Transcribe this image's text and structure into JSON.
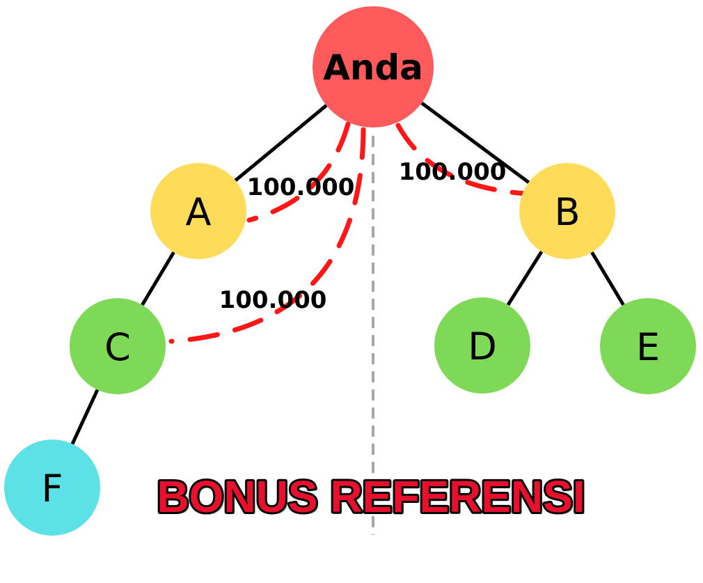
{
  "title": "BONUS REFERENSI",
  "colors": {
    "root": "#FF5A5C",
    "level1": "#FEDC5A",
    "level2": "#7ED957",
    "level3": "#5CE1E6",
    "edge": "#000000",
    "bonus_arc": "#FF1616",
    "divider": "#A6A6A6",
    "banner_fill": "#E8112D",
    "banner_outline": "#000000"
  },
  "nodes": [
    {
      "id": "anda",
      "label": "Anda",
      "level": 0
    },
    {
      "id": "A",
      "label": "A",
      "level": 1
    },
    {
      "id": "B",
      "label": "B",
      "level": 1
    },
    {
      "id": "C",
      "label": "C",
      "level": 2
    },
    {
      "id": "D",
      "label": "D",
      "level": 2
    },
    {
      "id": "E",
      "label": "E",
      "level": 2
    },
    {
      "id": "F",
      "label": "F",
      "level": 3
    }
  ],
  "edges": [
    {
      "from": "anda",
      "to": "A"
    },
    {
      "from": "anda",
      "to": "B"
    },
    {
      "from": "A",
      "to": "C"
    },
    {
      "from": "C",
      "to": "F"
    },
    {
      "from": "B",
      "to": "D"
    },
    {
      "from": "B",
      "to": "E"
    }
  ],
  "bonus_arcs": [
    {
      "from": "anda",
      "to": "A",
      "amount": "100.000"
    },
    {
      "from": "anda",
      "to": "B",
      "amount": "100.000"
    },
    {
      "from": "anda",
      "to": "C",
      "amount": "100.000"
    }
  ]
}
